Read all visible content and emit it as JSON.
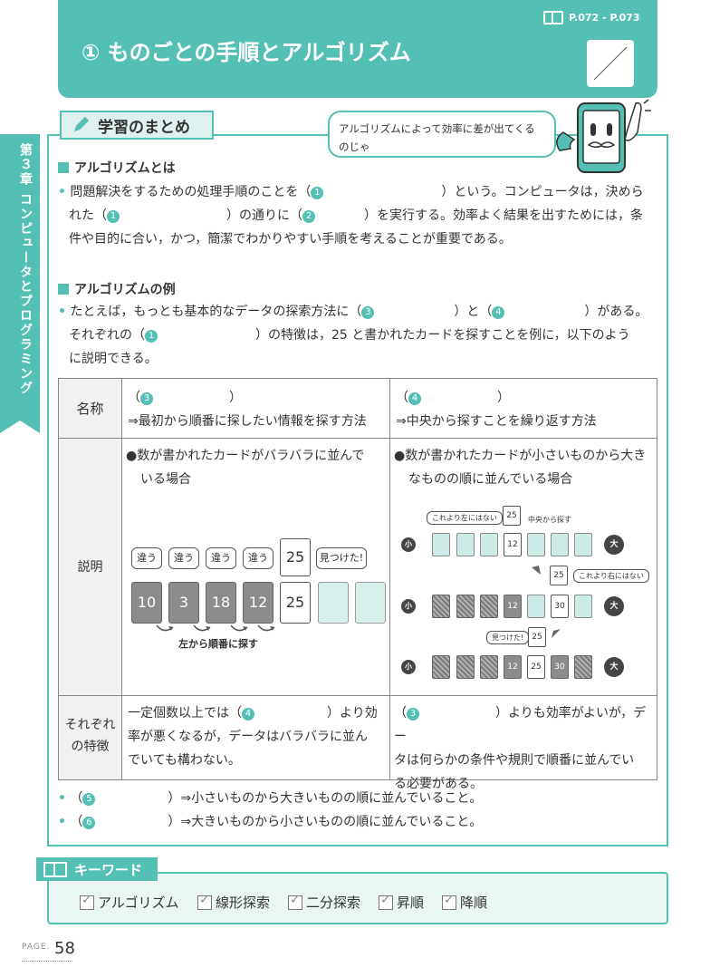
{
  "header": {
    "page_ref": "P.072 - P.073",
    "title": "① ものごとの手順とアルゴリズム"
  },
  "side_tab": "第３章 コンピュータとプログラミング",
  "summary": {
    "tab_label": "学習のまとめ",
    "speech": "アルゴリズムによって効率に差が出てくるのじゃ"
  },
  "section1": {
    "heading": "アルゴリズムとは",
    "l1a": "問題解決をするための処理手順のことを（",
    "l1b": "）という。コンピュータは，決めら",
    "l2a": "れた（",
    "l2b": "）の通りに（",
    "l2c": "）を実行する。効率よく結果を出すためには，条",
    "l3": "件や目的に合い，かつ，簡潔でわかりやすい手順を考えることが重要である。"
  },
  "section2": {
    "heading": "アルゴリズムの例",
    "l1a": "たとえば，もっとも基本的なデータの探索方法に（",
    "l1b": "）と（",
    "l1c": "）がある。",
    "l2a": "それぞれの（",
    "l2b": "）の特徴は，25 と書かれたカードを探すことを例に，以下のよう",
    "l3": "に説明できる。"
  },
  "table": {
    "row1_label": "名称",
    "row2_label": "説明",
    "row3_label_a": "それぞれ",
    "row3_label_b": "の特徴",
    "col1_name_b": "⇒最初から順番に探したい情報を探す方法",
    "col2_name_b": "⇒中央から探すことを繰り返す方法",
    "col1_desc_a": "●数が書かれたカードがバラバラに並んで",
    "col1_desc_b": "いる場合",
    "col2_desc_a": "●数が書かれたカードが小さいものから大き",
    "col2_desc_b": "なものの順に並んでいる場合",
    "linear": {
      "bubbles": [
        "違う",
        "違う",
        "違う",
        "違う"
      ],
      "found": "見つけた!",
      "cards": [
        "10",
        "3",
        "18",
        "12",
        "25"
      ],
      "target": "25",
      "caption": "左から順番に探す"
    },
    "binary": {
      "target": "25",
      "mid_note": "中央から探す",
      "left_note": "これより左にはない",
      "right_note": "これより右にはない",
      "found": "見つけた!",
      "small": "小",
      "large": "大",
      "r1_mid": "12",
      "r2_vals": [
        "12",
        "30"
      ],
      "r3_vals": [
        "12",
        "25",
        "30"
      ]
    },
    "col1_feat_a": "一定個数以上では（",
    "col1_feat_b": "）より効",
    "col1_feat_c": "率が悪くなるが，データはバラバラに並ん",
    "col1_feat_d": "でいても構わない。",
    "col2_feat_a": "（",
    "col2_feat_b": "）よりも効率がよいが，デー",
    "col2_feat_c": "タは何らかの条件や規則で順番に並んでい",
    "col2_feat_d": "る必要がある。"
  },
  "bullets": {
    "b1": "）⇒小さいものから大きいものの順に並んでいること。",
    "b2": "）⇒大きいものから小さいものの順に並んでいること。"
  },
  "keywords": {
    "tab_label": "キーワード",
    "items": [
      "アルゴリズム",
      "線形探索",
      "二分探索",
      "昇順",
      "降順"
    ]
  },
  "footer": {
    "label": "PAGE.",
    "page": "58"
  },
  "colors": {
    "accent": "#54c0b4",
    "light": "#dff1ee"
  }
}
